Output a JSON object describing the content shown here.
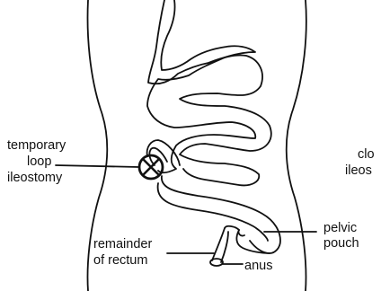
{
  "labels": {
    "temporary_line1": "temporary",
    "temporary_line2": "loop",
    "temporary_line3": "ileostomy",
    "closure_line1": "clo",
    "closure_line2": "ileos",
    "pelvic_line1": "pelvic",
    "pelvic_line2": "pouch",
    "remainder_line1": "remainder",
    "remainder_line2": "of rectum",
    "anus": "anus"
  },
  "colors": {
    "stroke": "#111111",
    "background": "#ffffff"
  }
}
